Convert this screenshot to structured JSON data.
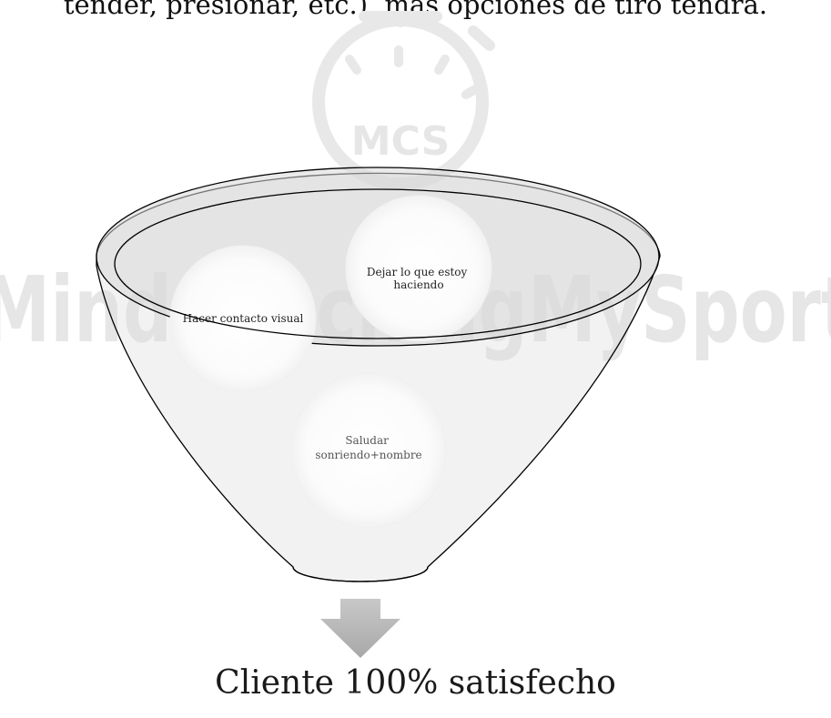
{
  "top_text": "tender, presionar, etc.), más opciones de tiro tendrá.",
  "watermark": {
    "logo_text": "MCS",
    "banner_text": "MindCoachingMySport",
    "color": "#e6e6e6"
  },
  "funnel": {
    "circles": [
      {
        "label_lines": [
          "Hacer contacto visual"
        ]
      },
      {
        "label_lines": [
          "Dejar lo que estoy",
          "haciendo"
        ]
      },
      {
        "label_lines": [
          "Saludar",
          "sonriendo+nombre"
        ]
      }
    ],
    "fill_color": "#d9d9d9",
    "outline_color": "#000000"
  },
  "result": "Cliente 100% satisfecho",
  "arrow_color": "#bfbfbf"
}
